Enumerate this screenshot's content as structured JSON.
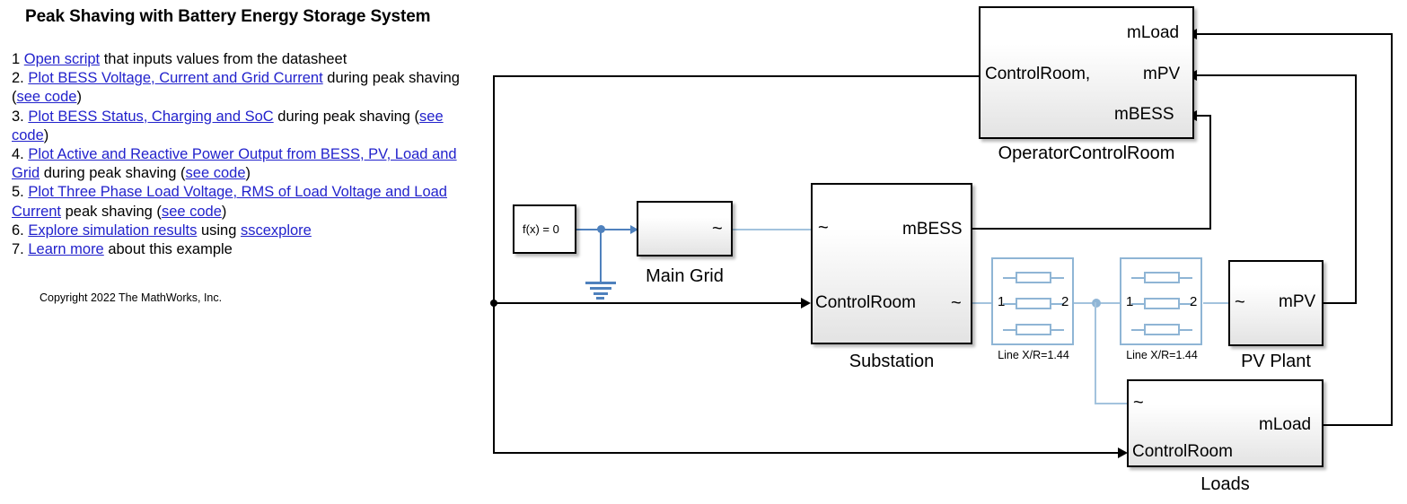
{
  "doc": {
    "title": "Peak Shaving with Battery Energy Storage System",
    "items": [
      {
        "num": "1",
        "parts": [
          {
            "t": "link",
            "text": "Open script"
          },
          {
            "t": "text",
            "text": " that inputs values from the datasheet"
          }
        ]
      },
      {
        "num": "2.",
        "parts": [
          {
            "t": "link",
            "text": "Plot BESS Voltage, Current and Grid Current"
          },
          {
            "t": "text",
            "text": " during peak shaving ("
          },
          {
            "t": "link",
            "text": "see code"
          },
          {
            "t": "text",
            "text": ")"
          }
        ]
      },
      {
        "num": "3.",
        "parts": [
          {
            "t": "link",
            "text": "Plot BESS Status, Charging and SoC"
          },
          {
            "t": "text",
            "text": " during peak shaving ("
          },
          {
            "t": "link",
            "text": "see code"
          },
          {
            "t": "text",
            "text": ")"
          }
        ]
      },
      {
        "num": "4.",
        "parts": [
          {
            "t": "link",
            "text": "Plot Active and Reactive  Power Output from BESS, PV, Load and Grid"
          },
          {
            "t": "text",
            "text": " during peak shaving ("
          },
          {
            "t": "link",
            "text": "see code"
          },
          {
            "t": "text",
            "text": ")"
          }
        ]
      },
      {
        "num": "5.",
        "parts": [
          {
            "t": "link",
            "text": "Plot Three Phase Load Voltage, RMS of Load Voltage  and Load Current"
          },
          {
            "t": "text",
            "text": " peak shaving ("
          },
          {
            "t": "link",
            "text": "see code"
          },
          {
            "t": "text",
            "text": ")"
          }
        ]
      },
      {
        "num": "6.",
        "parts": [
          {
            "t": "link",
            "text": "Explore simulation results"
          },
          {
            "t": "text",
            "text": " using "
          },
          {
            "t": "link",
            "text": "sscexplore"
          }
        ]
      },
      {
        "num": "7.",
        "parts": [
          {
            "t": "link",
            "text": "Learn more"
          },
          {
            "t": "text",
            "text": " about this example"
          }
        ]
      }
    ],
    "copyright": "Copyright 2022 The MathWorks, Inc."
  },
  "diagram": {
    "blocks": {
      "operator_control_room": {
        "label": "OperatorControlRoom",
        "ports": {
          "in_left": "ControlRoom,",
          "out_mload": "mLoad",
          "out_mpv": "mPV",
          "out_mbess": "mBESS"
        }
      },
      "solver": {
        "label": "f(x) = 0"
      },
      "main_grid": {
        "label": "Main Grid",
        "ports": {
          "out_ac": "~"
        }
      },
      "substation": {
        "label": "Substation",
        "ports": {
          "in_ac": "~",
          "out_mbess": "mBESS",
          "in_controlroom": "ControlRoom",
          "out_ac": "~"
        }
      },
      "line1": {
        "label": "Line X/R=1.44",
        "ports": {
          "p1": "1",
          "p2": "2"
        }
      },
      "line2": {
        "label": "Line X/R=1.44",
        "ports": {
          "p1": "1",
          "p2": "2"
        }
      },
      "pv_plant": {
        "label": "PV Plant",
        "ports": {
          "in_ac": "~",
          "out_mpv": "mPV"
        }
      },
      "loads": {
        "label": "Loads",
        "ports": {
          "in_ac": "~",
          "out_mload": "mLoad",
          "in_controlroom": "ControlRoom"
        }
      },
      "ground": {
        "label": "electrical-reference"
      }
    },
    "colors": {
      "link": "#2222cc",
      "signal_wire": "#000000",
      "electrical_wire": "#4f81bd",
      "line_block_border": "#8fb5d5",
      "block_border": "#000000"
    }
  }
}
